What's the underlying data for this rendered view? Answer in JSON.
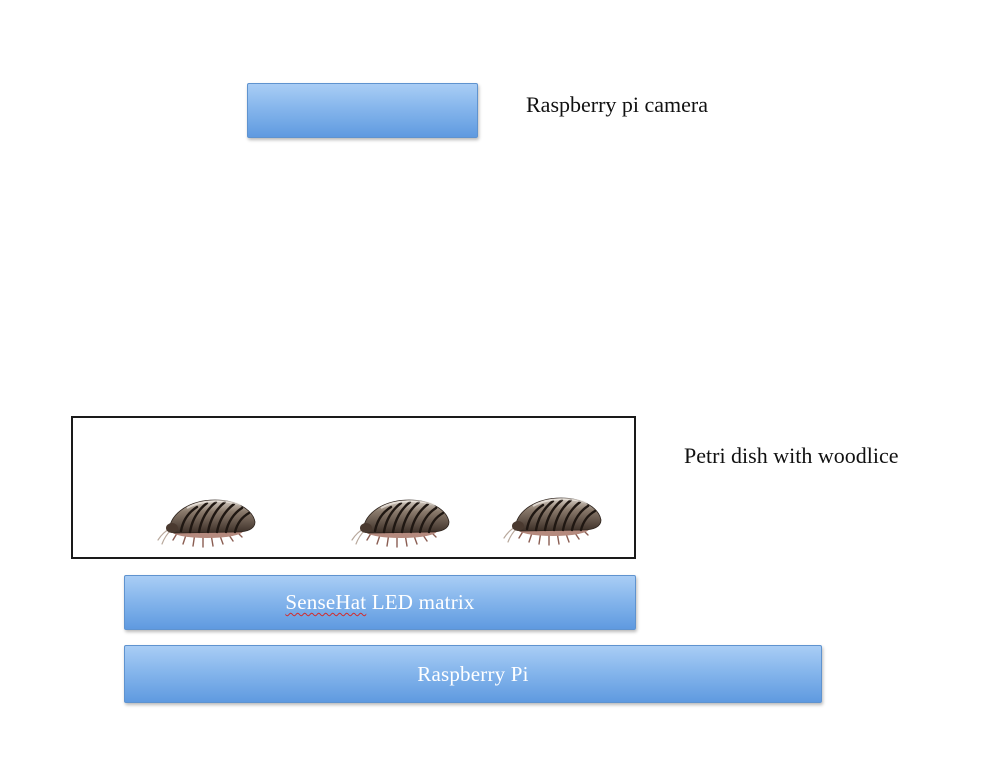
{
  "camera": {
    "label": "Raspberry pi camera"
  },
  "petri_dish": {
    "label": "Petri dish with woodlice",
    "woodlice_icons": [
      "woodlouse-icon",
      "woodlouse-icon",
      "woodlouse-icon"
    ]
  },
  "sensehat": {
    "word1": "SenseHat",
    "rest": " LED matrix"
  },
  "raspberry_pi": {
    "label": "Raspberry Pi"
  },
  "colors": {
    "bar_top": "#a9cdf5",
    "bar_bottom": "#5f9ae0",
    "bar_border": "#5f93cf",
    "bar_text": "#ffffff",
    "dish_border": "#1a1a1a",
    "spellcheck_underline": "#d22b2b"
  }
}
